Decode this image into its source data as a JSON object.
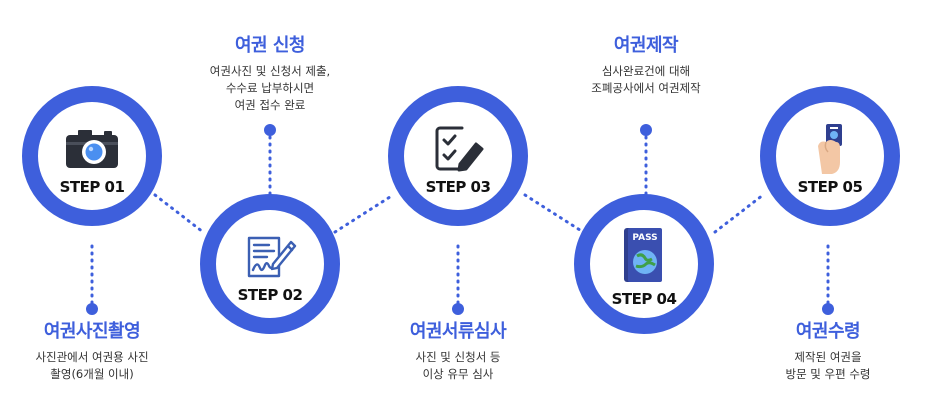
{
  "steps": [
    {
      "step": "STEP 01",
      "title": "여권사진촬영",
      "desc": [
        "사진관에서  여권용 사진",
        "촬영(6개월 이내)"
      ],
      "icon": "camera-icon"
    },
    {
      "step": "STEP 02",
      "title": "여권 신청",
      "desc": [
        "여권사진 및 신청서 제출,",
        "수수료 납부하시면",
        "여권 접수 완료"
      ],
      "icon": "document-sign-icon"
    },
    {
      "step": "STEP 03",
      "title": "여권서류심사",
      "desc": [
        "사진 및 신청서 등",
        "이상 유무 심사"
      ],
      "icon": "checklist-icon"
    },
    {
      "step": "STEP 04",
      "title": "여권제작",
      "desc": [
        "심사완료건에 대해",
        "조폐공사에서 여권제작"
      ],
      "icon": "passport-icon",
      "icon_text": "PASS"
    },
    {
      "step": "STEP 05",
      "title": "여권수령",
      "desc": [
        "제작된 여권을",
        "방문 및 우편 수령"
      ],
      "icon": "hand-passport-icon"
    }
  ],
  "colors": {
    "accent": "#3e5fdc",
    "text": "#111111",
    "desc": "#333333"
  }
}
